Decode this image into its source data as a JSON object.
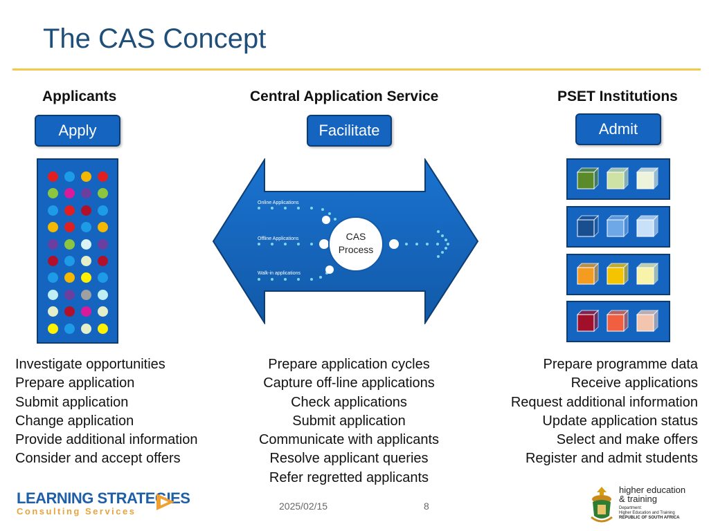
{
  "slide": {
    "title": "The CAS Concept",
    "date": "2025/02/15",
    "page_number": "8"
  },
  "columns": {
    "applicants": {
      "heading": "Applicants",
      "button_label": "Apply",
      "items": [
        "Investigate opportunities",
        "Prepare application",
        "Submit application",
        "Change application",
        "Provide additional information",
        "Consider and accept offers"
      ]
    },
    "cas": {
      "heading": "Central Application Service",
      "button_label": "Facilitate",
      "items": [
        "Prepare application cycles",
        "Capture off-line applications",
        "Check applications",
        "Submit application",
        "Communicate with applicants",
        "Resolve applicant queries",
        "Refer regretted applicants"
      ]
    },
    "institutions": {
      "heading": "PSET Institutions",
      "button_label": "Admit",
      "items": [
        "Prepare programme data",
        "Receive applications",
        "Request additional information",
        "Update application status",
        "Select and make offers",
        "Register and admit students"
      ]
    }
  },
  "cas_diagram": {
    "channels": [
      "Online Applications",
      "Offline Applications",
      "Walk-in applications"
    ],
    "center_line1": "CAS",
    "center_line2": "Process"
  },
  "applicant_dots": [
    [
      "#e02020",
      "#1e9be8",
      "#f5b800",
      "#e02020"
    ],
    [
      "#8cc63f",
      "#d81b9a",
      "#6b3fa0",
      "#8cc63f"
    ],
    [
      "#1e9be8",
      "#e02020",
      "#b0102a",
      "#1e9be8"
    ],
    [
      "#f5b800",
      "#e02020",
      "#1e9be8",
      "#f5b800"
    ],
    [
      "#6b3fa0",
      "#8cc63f",
      "#d9f3f7",
      "#6b3fa0"
    ],
    [
      "#b0102a",
      "#1e9be8",
      "#e4eec8",
      "#b0102a"
    ],
    [
      "#1e9be8",
      "#f5b800",
      "#fff200",
      "#1e9be8"
    ],
    [
      "#bfeff2",
      "#6b3fa0",
      "#a0a0a0",
      "#bfeff2"
    ],
    [
      "#e4eec8",
      "#b0102a",
      "#d81b9a",
      "#e4eec8"
    ],
    [
      "#fff200",
      "#1e9be8",
      "#e4eec8",
      "#fff200"
    ]
  ],
  "institution_cubes": [
    [
      "#5a8a2a",
      "#cfe2a6",
      "#eef3dc"
    ],
    [
      "#1a4f8f",
      "#6fa8e6",
      "#c8e0f8"
    ],
    [
      "#f39c1f",
      "#f5c400",
      "#f7f3a8"
    ],
    [
      "#a0102a",
      "#f06040",
      "#f3c4ae"
    ]
  ],
  "logos": {
    "learning_strategies_line1": "LEARNING STRATEGIES",
    "learning_strategies_line2": "Consulting Services",
    "dhet_line1": "higher education",
    "dhet_line2": "& training",
    "dhet_dept1": "Department:",
    "dhet_dept2": "Higher Education and Training",
    "dhet_dept3": "REPUBLIC OF SOUTH AFRICA"
  },
  "colors": {
    "title": "#1f4e79",
    "accent_blue": "#1565c0",
    "rule": "#f2c94c"
  }
}
